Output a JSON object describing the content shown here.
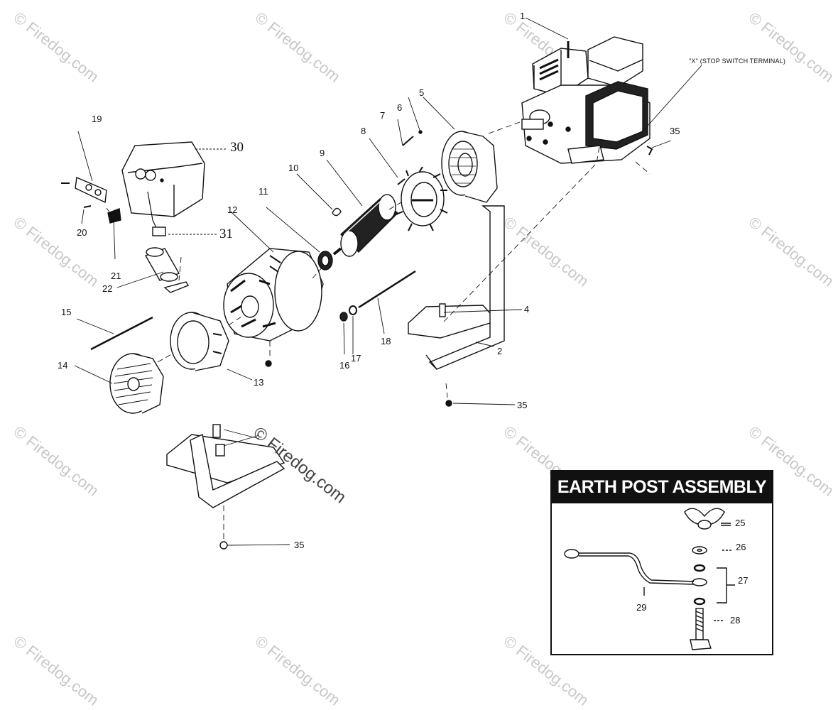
{
  "watermark": {
    "text": "© Firedog.com"
  },
  "diagram": {
    "terminal_note": "\"X\" (STOP SWITCH TERMINAL)",
    "callouts": [
      "1",
      "2",
      "4",
      "5",
      "6",
      "7",
      "8",
      "9",
      "10",
      "11",
      "12",
      "13",
      "14",
      "15",
      "16",
      "17",
      "18",
      "19",
      "20",
      "21",
      "22",
      "30",
      "31",
      "35"
    ]
  },
  "inset": {
    "title": "EARTH POST ASSEMBLY",
    "callouts": [
      "25",
      "26",
      "27",
      "28",
      "29"
    ]
  }
}
